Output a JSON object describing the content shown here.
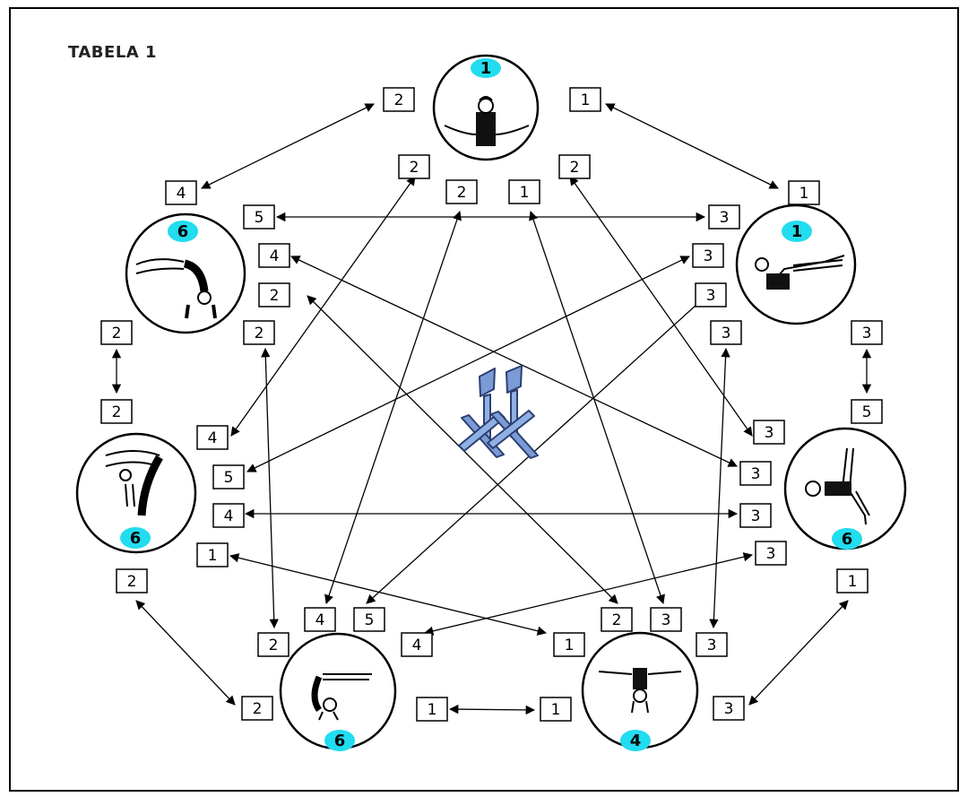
{
  "title": "TABELA 1",
  "colors": {
    "badge": "#22dcef",
    "apparatus": "#7a9bd6",
    "apparatus_stroke": "#2d3f72"
  },
  "figures": [
    {
      "id": "top",
      "badge": "1",
      "icon": "straddle-support-figure-icon"
    },
    {
      "id": "right-upper",
      "badge": "1",
      "icon": "v-sit-figure-icon"
    },
    {
      "id": "right-lower",
      "badge": "6",
      "icon": "split-figure-icon"
    },
    {
      "id": "bottom-right",
      "badge": "4",
      "icon": "straddle-handstand-figure-icon"
    },
    {
      "id": "bottom-left",
      "badge": "6",
      "icon": "piked-handstand-figure-icon"
    },
    {
      "id": "left-lower",
      "badge": "6",
      "icon": "back-walkover-figure-icon"
    },
    {
      "id": "left-upper",
      "badge": "6",
      "icon": "bridge-figure-icon"
    }
  ],
  "labels": {
    "l01": "2",
    "l02": "1",
    "l03": "4",
    "l04": "1",
    "l05": "2",
    "l06": "2",
    "l07": "1",
    "l08": "2",
    "l09": "5",
    "l10": "3",
    "l11": "4",
    "l12": "3",
    "l13": "2",
    "l14": "3",
    "l15": "2",
    "l16": "2",
    "l17": "3",
    "l18": "3",
    "l19": "2",
    "l20": "5",
    "l21": "4",
    "l22": "3",
    "l23": "5",
    "l24": "3",
    "l25": "4",
    "l26": "3",
    "l27": "1",
    "l28": "3",
    "l29": "2",
    "l30": "1",
    "l31": "4",
    "l32": "5",
    "l33": "2",
    "l34": "3",
    "l35": "2",
    "l36": "4",
    "l37": "1",
    "l38": "3",
    "l39": "2",
    "l40": "1",
    "l41": "1",
    "l42": "3"
  }
}
